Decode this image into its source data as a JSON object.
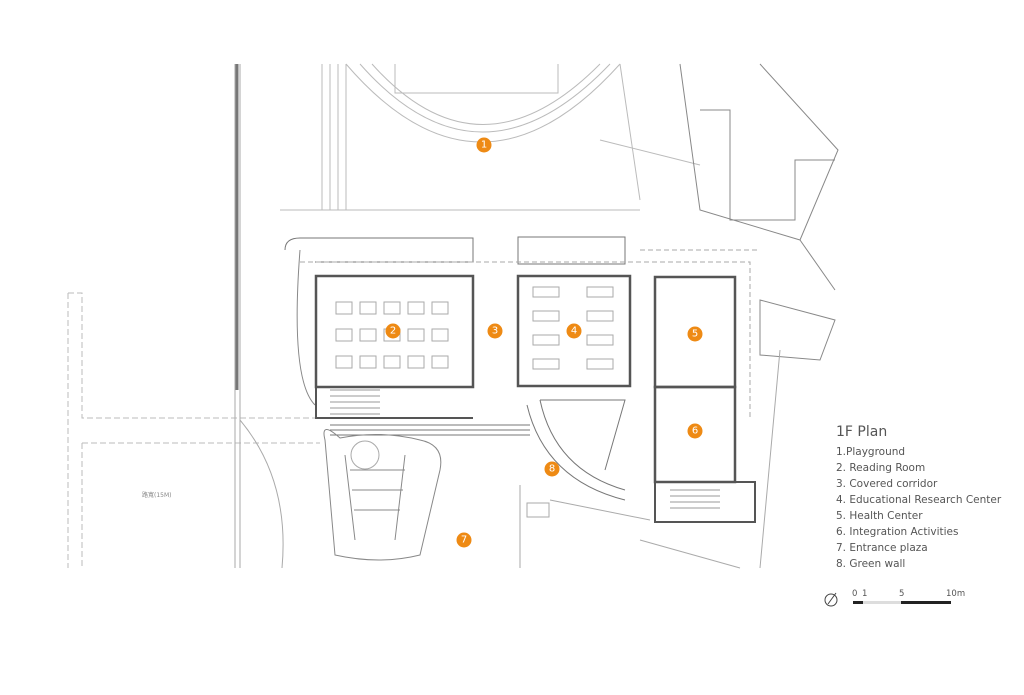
{
  "legend": {
    "title": "1F Plan",
    "items": [
      "1.Playground",
      "2. Reading Room",
      "3. Covered corridor",
      "4. Educational Research Center",
      "5. Health Center",
      "6. Integration Activities",
      "7. Entrance plaza",
      "8. Green wall"
    ]
  },
  "markers": [
    "1",
    "2",
    "3",
    "4",
    "5",
    "6",
    "7",
    "8"
  ],
  "scale": {
    "labels": [
      "0",
      "1",
      "5",
      "10m"
    ]
  },
  "road_label": "路寬(15M)",
  "colors": {
    "marker": "#ee8a14",
    "line": "#888888",
    "wall": "#666666"
  }
}
